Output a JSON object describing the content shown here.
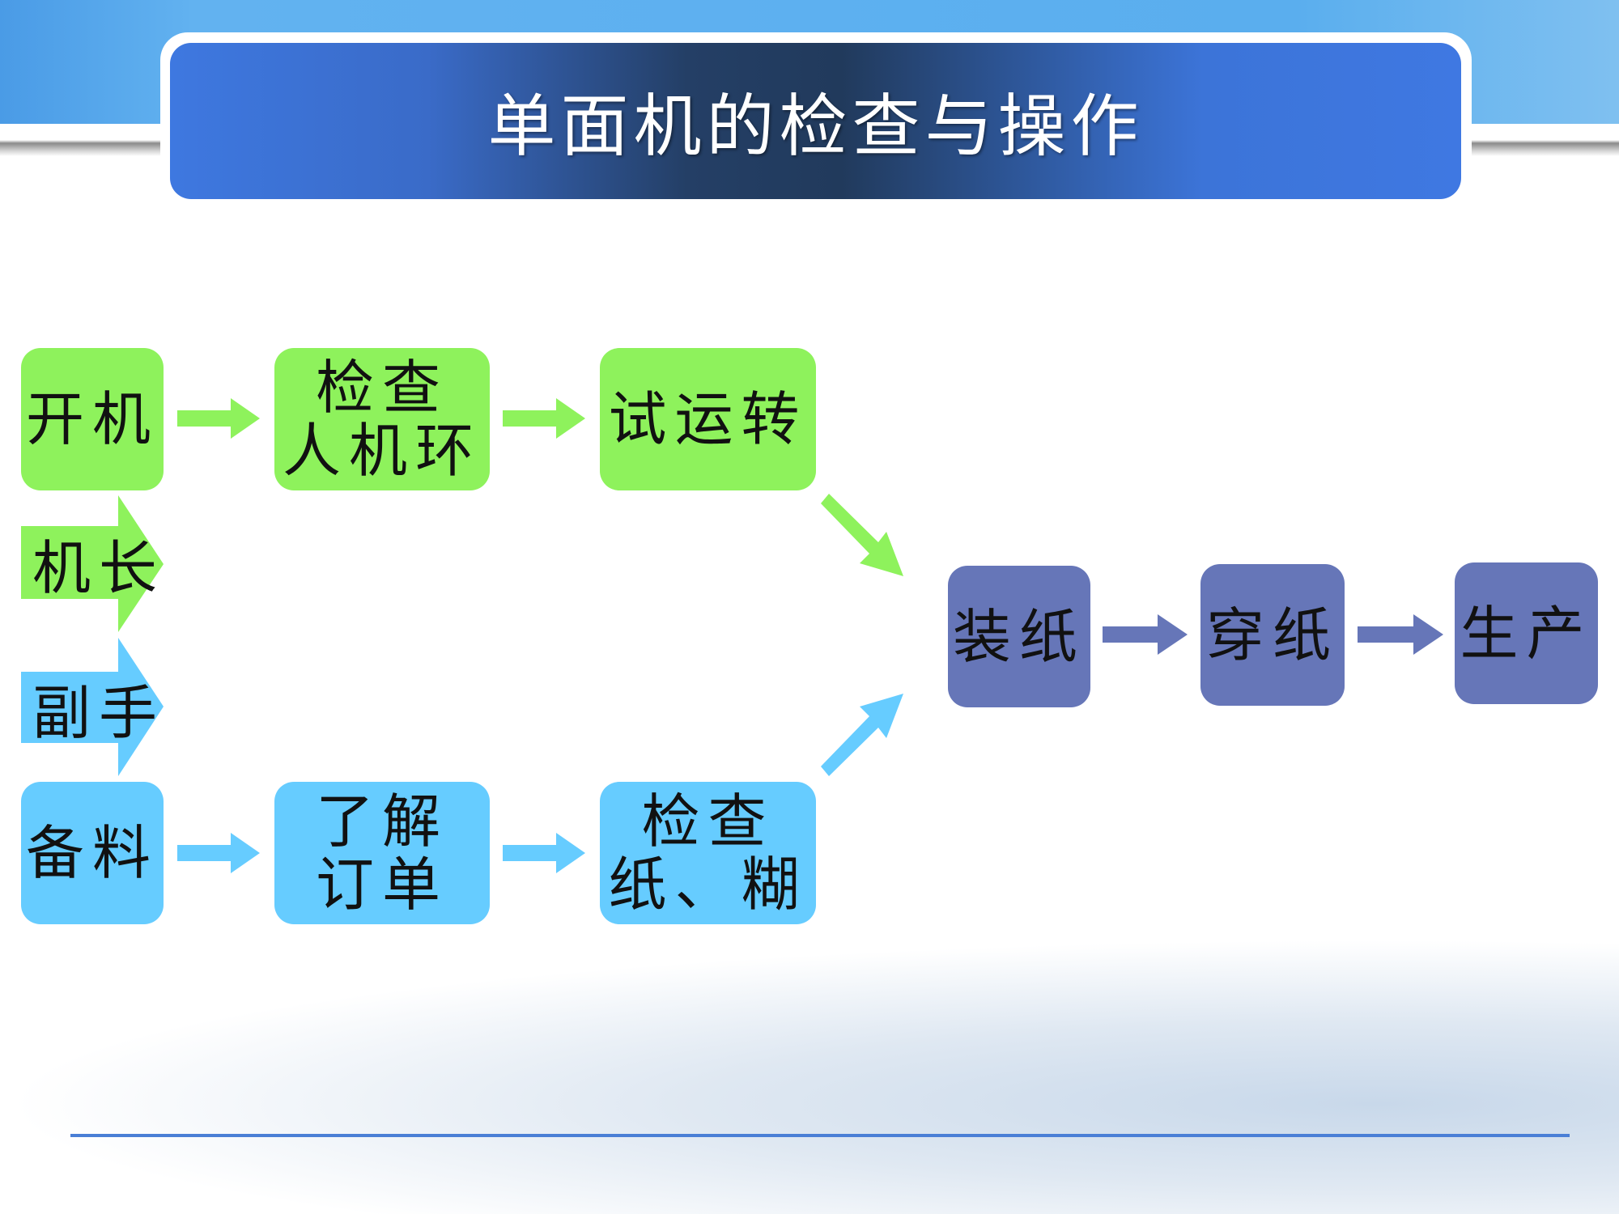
{
  "title": "单面机的检查与操作",
  "flow": {
    "top_row": [
      "开机",
      "检查\n人机环",
      "试运转"
    ],
    "roles": [
      "机长",
      "副手"
    ],
    "bottom_row": [
      "备料",
      "了解\n订单",
      "检查\n纸、糊"
    ],
    "final_row": [
      "装纸",
      "穿纸",
      "生产"
    ]
  },
  "colors": {
    "green": "#8ef25c",
    "blue": "#66ccff",
    "purple": "#6676b8",
    "title_bg": "#3e78e0"
  }
}
